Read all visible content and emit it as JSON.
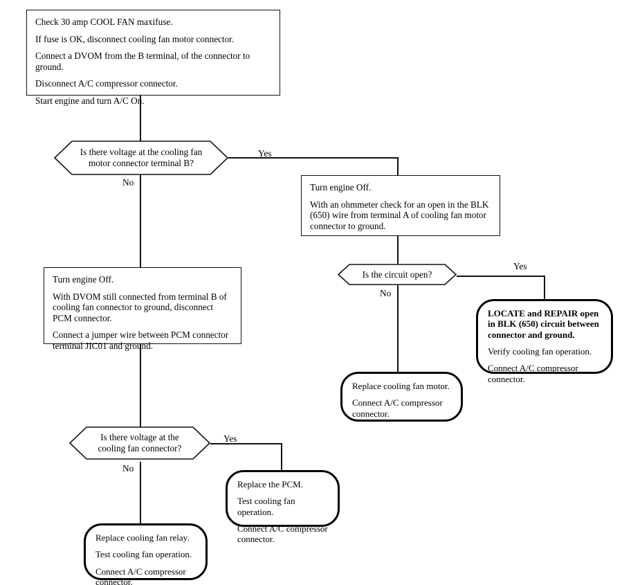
{
  "diagram": {
    "title": "Cooling Fan Circuit Diagnostic Flowchart",
    "type": "flowchart",
    "line_color": "#111111",
    "box_fill": "#ffffff",
    "text_color": "#000000"
  },
  "nodes": {
    "start_box": {
      "shape": "process",
      "lines": [
        "Check 30 amp COOL FAN maxifuse.",
        "If fuse is OK, disconnect cooling fan motor connector.",
        "Connect a DVOM from the B terminal, of the connector to ground.",
        "Disconnect A/C compressor connector.",
        "Start engine and turn A/C On."
      ]
    },
    "decision_motor_voltage": {
      "shape": "decision",
      "line1": "Is there voltage at the cooling fan",
      "line2": "motor connector terminal B?",
      "yes_label": "Yes",
      "no_label": "No"
    },
    "ohmmeter_box": {
      "shape": "process",
      "lines": [
        "Turn engine Off.",
        "With an ohmmeter check for an open in the BLK (650) wire from terminal A of cooling fan motor connector to ground."
      ]
    },
    "decision_circuit_open": {
      "shape": "decision",
      "line1": "Is the circuit open?",
      "yes_label": "Yes",
      "no_label": "No"
    },
    "locate_repair_box": {
      "shape": "terminal",
      "lines": [
        "LOCATE and REPAIR open in BLK (650) circuit between connector and ground.",
        "Verify cooling fan operation.",
        "Connect A/C compressor connector."
      ],
      "bold_prefix": "LOCATE and REPAIR",
      "bold_prefix2": "BLK"
    },
    "replace_motor_box": {
      "shape": "terminal",
      "lines": [
        "Replace cooling fan motor.",
        "Connect A/C compressor connector."
      ]
    },
    "pcm_jumper_box": {
      "shape": "process",
      "lines": [
        "Turn engine Off.",
        "With DVOM still connected from terminal B of cooling fan connector to ground, disconnect PCM connector.",
        "Connect a jumper wire between PCM connector terminal JIC01 and ground."
      ]
    },
    "decision_fan_connector_voltage": {
      "shape": "decision",
      "line1": "Is there voltage at the",
      "line2": "cooling fan connector?",
      "yes_label": "Yes",
      "no_label": "No"
    },
    "replace_pcm_box": {
      "shape": "terminal",
      "lines": [
        "Replace the PCM.",
        "Test cooling fan operation.",
        "Connect A/C compressor connector."
      ]
    },
    "replace_relay_box": {
      "shape": "terminal",
      "lines": [
        "Replace cooling fan relay.",
        "Test cooling fan operation.",
        "Connect A/C compressor connector."
      ]
    }
  }
}
